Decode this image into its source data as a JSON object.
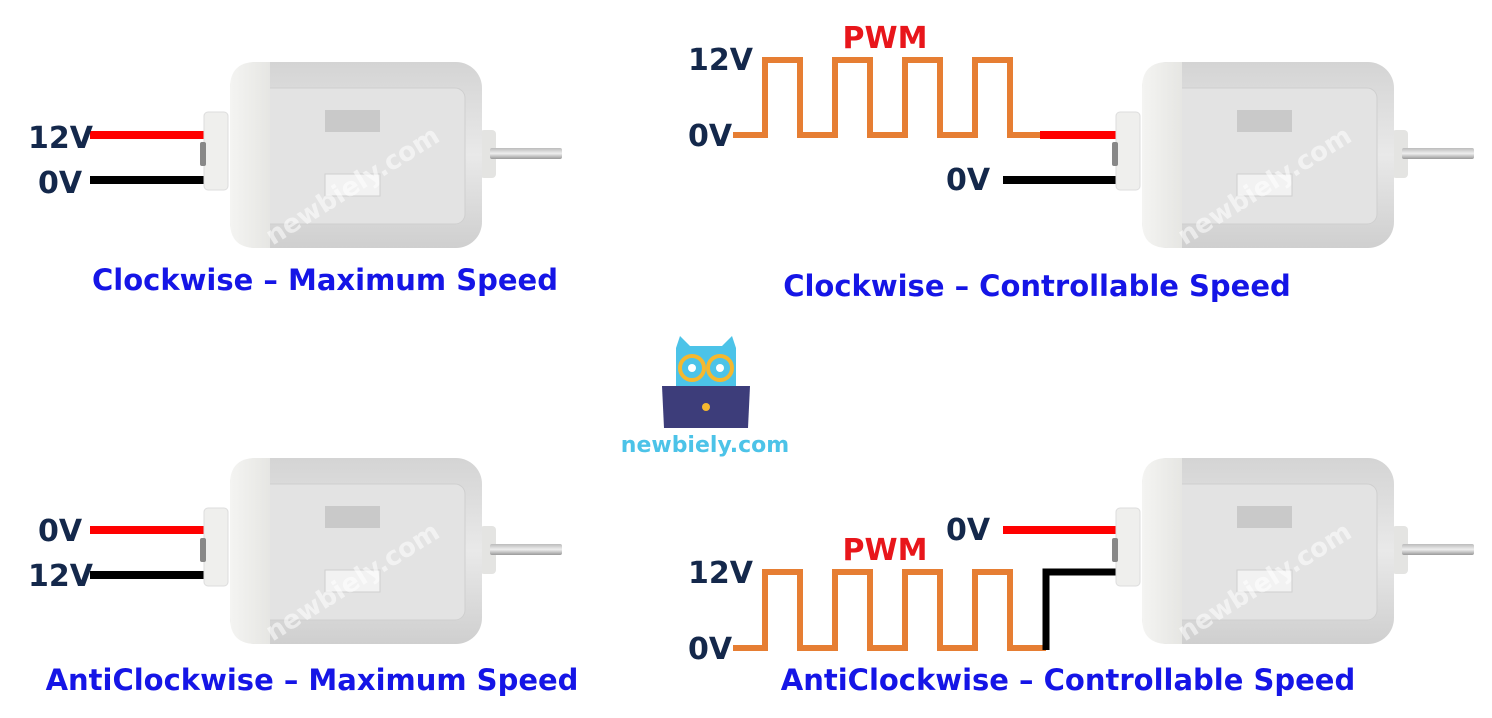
{
  "colors": {
    "positive_wire": "#ff0000",
    "ground_wire": "#000000",
    "pwm_signal": "#e67e33",
    "caption": "#1515e6",
    "label": "#14284b",
    "pwm_label": "#e8161b"
  },
  "watermark": "newbiely.com",
  "logo": {
    "text": "newbiely.com",
    "icon": "owl-laptop-logo-icon"
  },
  "panels": {
    "cw_max": {
      "top_label": "12V",
      "bottom_label": "0V",
      "caption": "Clockwise – Maximum  Speed"
    },
    "cw_ctrl": {
      "pwm_label": "PWM",
      "high_label": "12V",
      "low_label": "0V",
      "ground_label": "0V",
      "caption": "Clockwise – Controllable  Speed"
    },
    "acw_max": {
      "top_label": "0V",
      "bottom_label": "12V",
      "caption": "AntiClockwise – Maximum  Speed"
    },
    "acw_ctrl": {
      "pwm_label": "PWM",
      "high_label": "12V",
      "low_label": "0V",
      "ground_label": "0V",
      "caption": "AntiClockwise – Controllable  Speed"
    }
  }
}
